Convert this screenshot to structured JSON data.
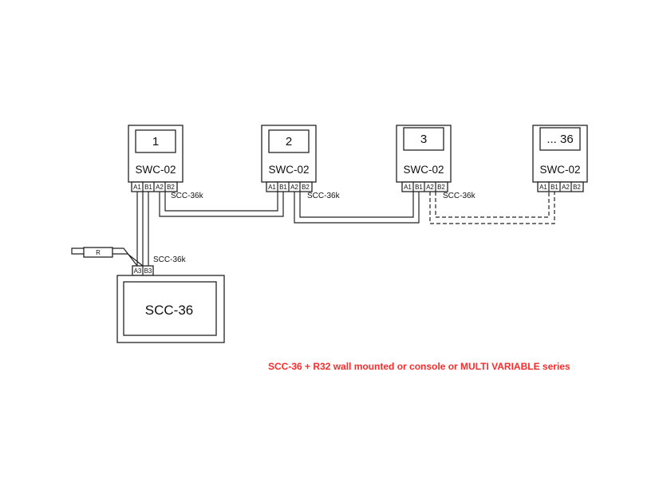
{
  "units": [
    {
      "number": "1",
      "model": "SWC-02",
      "t1": "A1",
      "t2": "B1",
      "t3": "A2",
      "t4": "B2",
      "cable": "SCC-36k"
    },
    {
      "number": "2",
      "model": "SWC-02",
      "t1": "A1",
      "t2": "B1",
      "t3": "A2",
      "t4": "B2",
      "cable": "SCC-36k"
    },
    {
      "number": "3",
      "model": "SWC-02",
      "t1": "A1",
      "t2": "B1",
      "t3": "A2",
      "t4": "B2",
      "cable": "SCC-36k"
    },
    {
      "number": "... 36",
      "model": "SWC-02",
      "t1": "A1",
      "t2": "B1",
      "t3": "A2",
      "t4": "B2"
    }
  ],
  "controller": {
    "name": "SCC-36",
    "t1": "A3",
    "t2": "B3",
    "cable": "SCC-36k"
  },
  "resistor": {
    "label": "R"
  },
  "caption": {
    "text": "SCC-36 + R32 wall mounted or console or MULTI VARIABLE series",
    "color": "#ff2a2a"
  }
}
